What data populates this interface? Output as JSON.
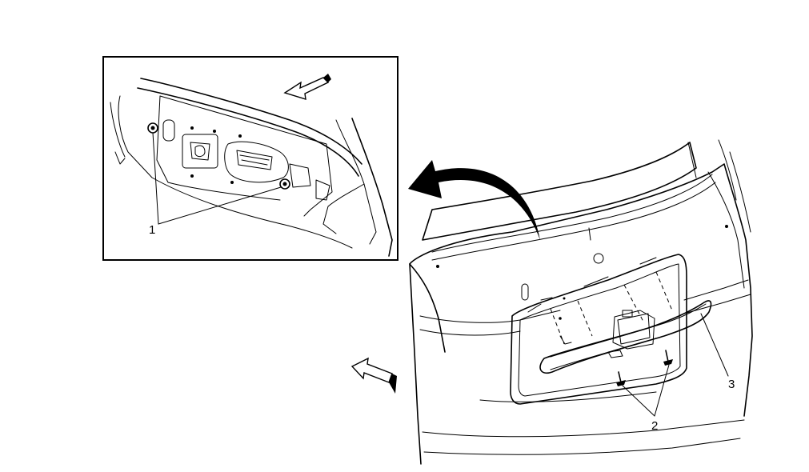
{
  "callouts": {
    "nuts": "1",
    "screws": "2",
    "handle": "3"
  },
  "colors": {
    "line": "#000000",
    "background": "#ffffff"
  }
}
